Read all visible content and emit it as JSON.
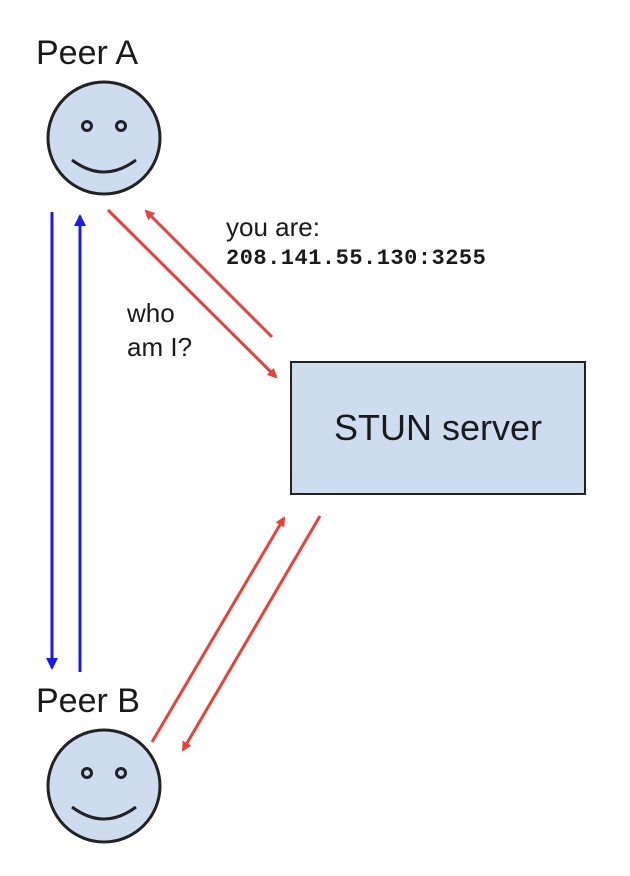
{
  "peer_a": {
    "label": "Peer A",
    "icon": "smiley-face-icon"
  },
  "peer_b": {
    "label": "Peer B",
    "icon": "smiley-face-icon"
  },
  "server": {
    "label": "STUN server"
  },
  "request": {
    "line1": "who",
    "line2": "am I?"
  },
  "response": {
    "line1": "you are:",
    "address": "208.141.55.130:3255"
  },
  "colors": {
    "face_fill": "#cddcee",
    "server_fill": "#cddcee",
    "outline": "#222222",
    "stun_arrow": "#e8403a",
    "peer_arrow": "#1a1aee"
  }
}
